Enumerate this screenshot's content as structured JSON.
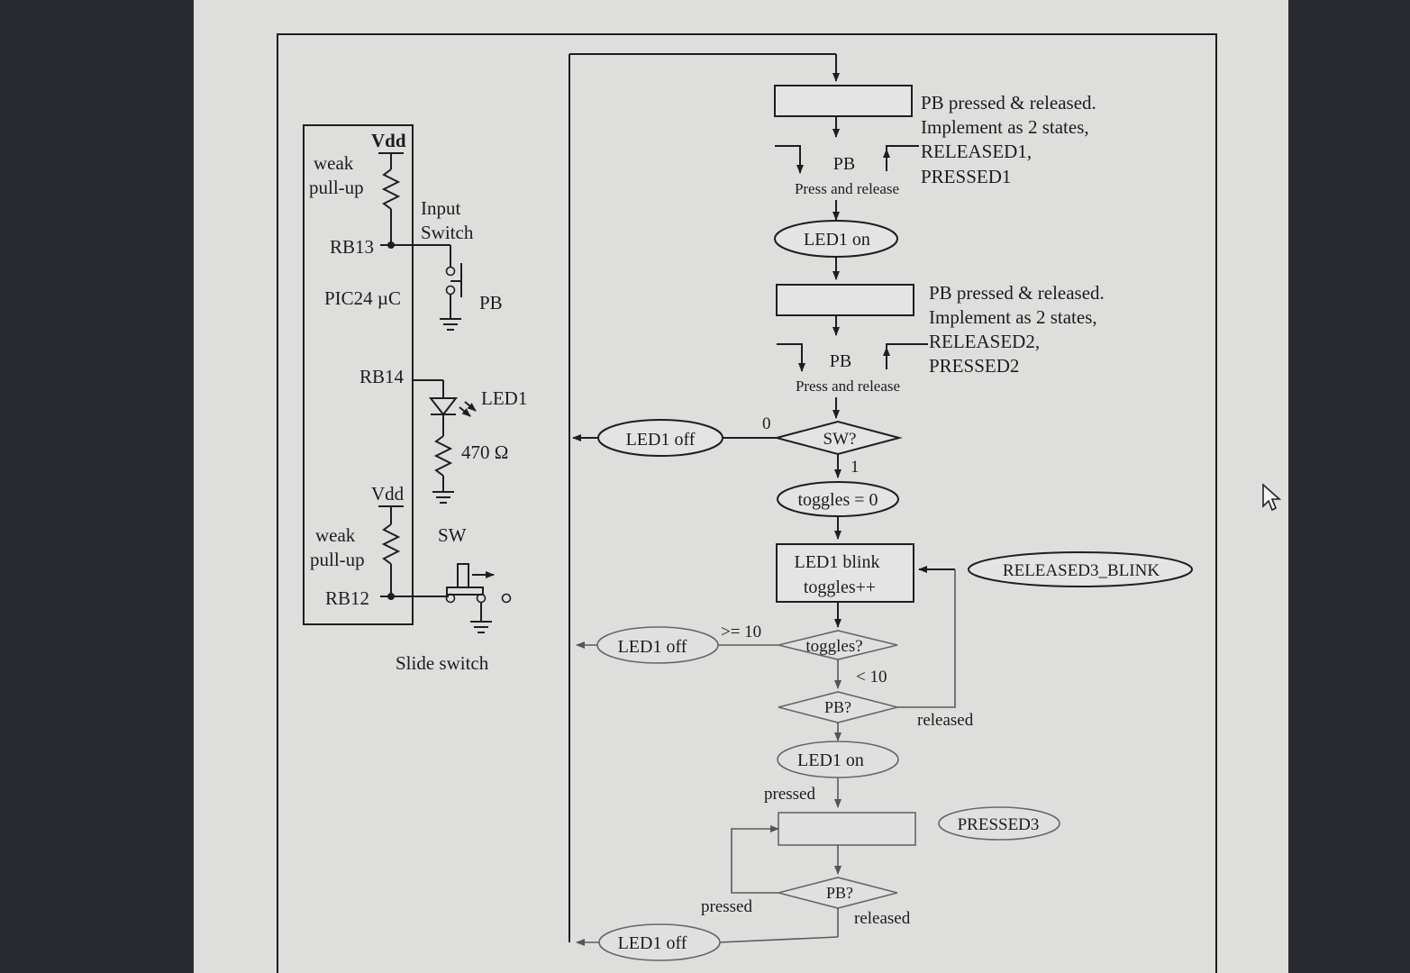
{
  "circuit": {
    "vdd_top": "Vdd",
    "weak_pullup_top": [
      "weak",
      "pull-up"
    ],
    "input_switch": [
      "Input",
      "Switch"
    ],
    "rb13": "RB13",
    "mcu": "PIC24 µC",
    "pb": "PB",
    "rb14": "RB14",
    "led1": "LED1",
    "resistor": "470 Ω",
    "vdd_bottom": "Vdd",
    "sw": "SW",
    "weak_pullup_bottom": [
      "weak",
      "pull-up"
    ],
    "rb12": "RB12",
    "slide_switch": "Slide switch"
  },
  "flowchart": {
    "note1": [
      "PB pressed & released.",
      "Implement as 2 states,",
      "RELEASED1,",
      "PRESSED1"
    ],
    "pb1": "PB",
    "press_release1": "Press and release",
    "led1_on_1": "LED1 on",
    "note2": [
      "PB pressed & released.",
      "Implement as 2 states,",
      "RELEASED2,",
      "PRESSED2"
    ],
    "pb2": "PB",
    "press_release2": "Press and release",
    "sw_decision": "SW?",
    "sw_zero": "0",
    "sw_one": "1",
    "led1_off_1": "LED1 off",
    "toggles_zero": "toggles = 0",
    "blink_box": [
      "LED1 blink",
      "toggles++"
    ],
    "released3_blink": "RELEASED3_BLINK",
    "toggles_decision": "toggles?",
    "ge10": ">= 10",
    "lt10": "< 10",
    "led1_off_2": "LED1 off",
    "pb_decision_1": "PB?",
    "released_1": "released",
    "led1_on_2": "LED1 on",
    "pressed_1": "pressed",
    "pressed3": "PRESSED3",
    "pb_decision_2": "PB?",
    "pressed_2": "pressed",
    "released_2": "released",
    "led1_off_3": "LED1 off"
  }
}
